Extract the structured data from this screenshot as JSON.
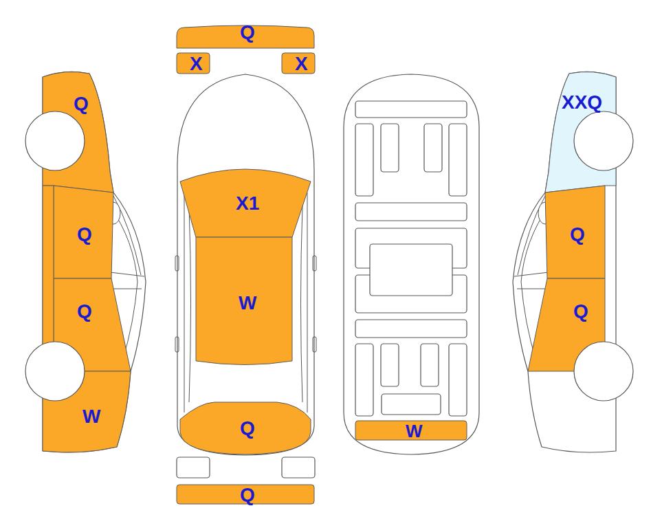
{
  "diagram": {
    "nodes": [
      {
        "text": [
          "Q"
        ]
      },
      {
        "text": [
          "X"
        ]
      },
      {
        "text": [
          "X"
        ]
      },
      {
        "text": [
          "Q"
        ]
      },
      {
        "text": [
          "Q"
        ]
      },
      {
        "text": [
          "Q"
        ]
      },
      {
        "text": [
          "W"
        ]
      },
      {
        "text": [
          "X1"
        ]
      },
      {
        "text": [
          "W"
        ]
      },
      {
        "text": [
          "Q"
        ]
      },
      {
        "text": [
          "Q"
        ]
      },
      {
        "text": [
          "W"
        ]
      },
      {
        "text": [
          "XXQ"
        ]
      },
      {
        "text": [
          "Q"
        ]
      },
      {
        "text": [
          "Q"
        ]
      }
    ]
  }
}
